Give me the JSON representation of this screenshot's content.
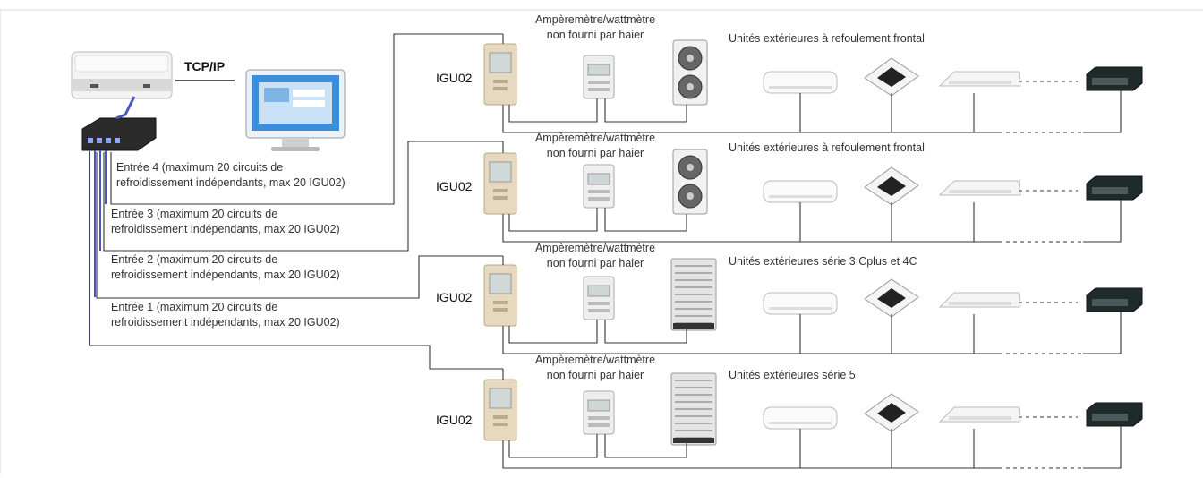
{
  "protocol_label": "TCP/IP",
  "controller_label": "IGU02",
  "meter_label": [
    "Ampèremètre/wattmètre",
    "non fourni par haier"
  ],
  "inputs": [
    {
      "line1": "Entrée 4 (maximum 20 circuits de",
      "line2": "refroidissement indépendants, max 20 IGU02)"
    },
    {
      "line1": "Entrée 3 (maximum 20 circuits de",
      "line2": "refroidissement indépendants, max 20 IGU02)"
    },
    {
      "line1": "Entrée 2 (maximum 20 circuits de",
      "line2": "refroidissement indépendants, max 20 IGU02)"
    },
    {
      "line1": "Entrée 1 (maximum 20 circuits de",
      "line2": "refroidissement indépendants, max 20 IGU02)"
    }
  ],
  "rows": [
    {
      "outdoor_label": "Unités extérieures à refoulement frontal",
      "outdoor_type": "front-discharge-unit"
    },
    {
      "outdoor_label": "Unités extérieures à refoulement frontal",
      "outdoor_type": "front-discharge-unit"
    },
    {
      "outdoor_label": "Unités extérieures série 3 Cplus et 4C",
      "outdoor_type": "vrf-top-discharge-unit"
    },
    {
      "outdoor_label": "Unités extérieures série 5",
      "outdoor_type": "vrf-top-discharge-unit"
    }
  ],
  "indoor_units": [
    "wall-mounted-unit",
    "cassette-unit",
    "ceiling-floor-unit",
    "ducted-unit"
  ],
  "colors": {
    "line": "#333333",
    "cable": "#4a56b8",
    "screen": "#3b8fd8",
    "device": "#e6d9bf"
  }
}
